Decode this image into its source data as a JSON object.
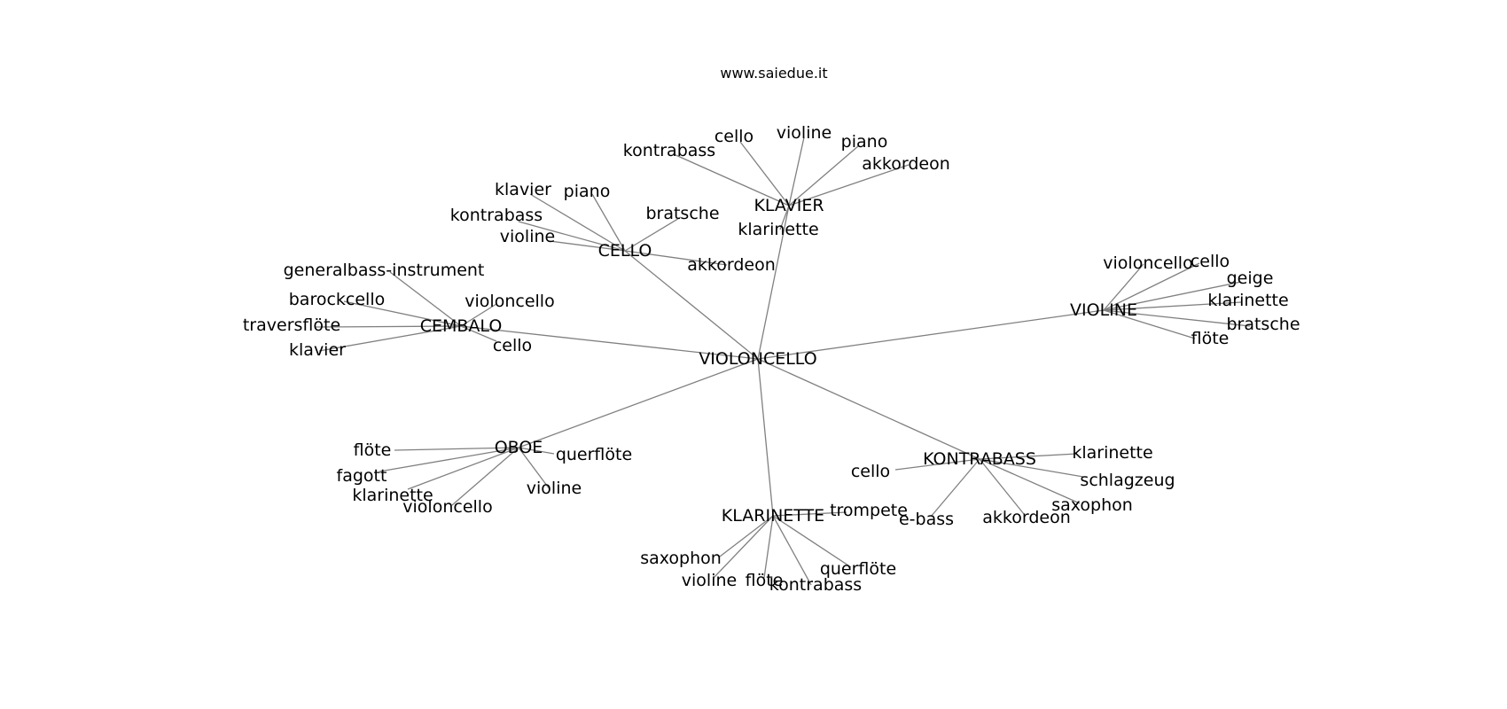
{
  "watermark": "www.saiedue.it",
  "center": "VIOLONCELLO",
  "clusters": [
    {
      "name": "KLAVIER",
      "terms": [
        "kontrabass",
        "cello",
        "violine",
        "piano",
        "akkordeon",
        "klarinette"
      ]
    },
    {
      "name": "CELLO",
      "terms": [
        "klavier",
        "piano",
        "kontrabass",
        "violine",
        "bratsche",
        "akkordeon"
      ]
    },
    {
      "name": "CEMBALO",
      "terms": [
        "generalbass-instrument",
        "barockcello",
        "violoncello",
        "traversflöte",
        "klavier",
        "cello"
      ]
    },
    {
      "name": "VIOLINE",
      "terms": [
        "violoncello",
        "cello",
        "geige",
        "klarinette",
        "bratsche",
        "flöte"
      ]
    },
    {
      "name": "OBOE",
      "terms": [
        "flöte",
        "querflöte",
        "fagott",
        "klarinette",
        "violoncello",
        "violine"
      ]
    },
    {
      "name": "KONTRABASS",
      "terms": [
        "klarinette",
        "cello",
        "schlagzeug",
        "saxophon",
        "akkordeon",
        "e-bass"
      ]
    },
    {
      "name": "KLARINETTE",
      "terms": [
        "trompete",
        "saxophon",
        "querflöte",
        "violine",
        "flöte",
        "kontrabass"
      ]
    }
  ]
}
